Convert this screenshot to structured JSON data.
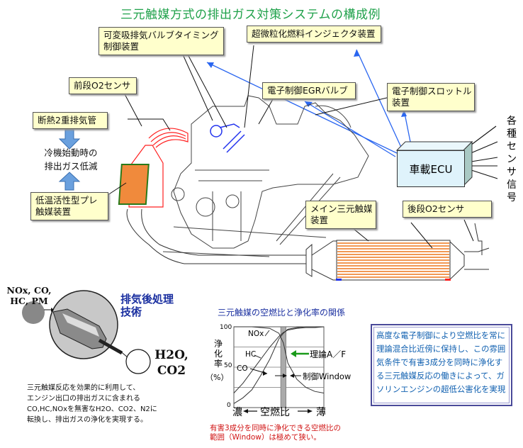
{
  "title": "三元触媒方式の排出ガス対策システムの構成例",
  "callouts": {
    "valve_timing": [
      "可変吸排気バルブタイミング",
      "制御装置"
    ],
    "injector": "超微粒化燃料インジェクタ装置",
    "front_o2": "前段O2センサ",
    "egr": "電子制御EGRバルブ",
    "throttle": [
      "電子制御スロットル",
      "装置"
    ],
    "insulated_pipe": "断熱2重排気管",
    "pre_catalyst": [
      "低温活性型プレ",
      "触媒装置"
    ],
    "main_catalyst": [
      "メイン三元触媒",
      "装置"
    ],
    "rear_o2": "後段O2センサ"
  },
  "cold_start": [
    "冷機始動時の",
    "排出ガス低減"
  ],
  "ecu_label": "車載ECU",
  "sensor_signals": [
    "各",
    "種",
    "セ",
    "ン",
    "サ",
    "信",
    "号"
  ],
  "aftertreatment": {
    "title": [
      "排気後処理",
      "技術"
    ],
    "inputs": [
      "NOx, CO,",
      "HC, PM"
    ],
    "outputs": [
      "H2O,",
      "CO2"
    ],
    "description": [
      "三元触媒反応を効果的に利用して、",
      "エンジン出口の排出ガスに含まれる",
      "CO,HC,NOxを無害なH2O、CO2、N2に",
      "転換し、排出ガスの浄化を実現する。"
    ]
  },
  "chart_data": {
    "type": "line",
    "title": "三元触媒の空燃比と浄化率の関係",
    "xlabel": "空燃比",
    "x_left_label": "濃",
    "x_right_label": "薄",
    "ylabel": "浄化率（%）",
    "ylim": [
      0,
      100
    ],
    "yticks": [
      0,
      50,
      100
    ],
    "grid": true,
    "x": [
      0,
      10,
      20,
      30,
      40,
      50,
      55,
      60,
      70,
      80,
      90,
      100
    ],
    "series": [
      {
        "name": "NOx",
        "values": [
          100,
          100,
          100,
          99,
          98,
          92,
          80,
          55,
          35,
          25,
          20,
          18
        ]
      },
      {
        "name": "HC",
        "values": [
          18,
          30,
          45,
          60,
          75,
          88,
          93,
          96,
          98,
          99,
          99,
          100
        ]
      },
      {
        "name": "CO",
        "values": [
          5,
          12,
          22,
          40,
          60,
          85,
          92,
          97,
          99,
          100,
          100,
          100
        ]
      }
    ],
    "annotations": [
      {
        "text": "理論A／F",
        "x": 55,
        "color": "#1a9a1a"
      },
      {
        "text": "制御Window",
        "x_range": [
          52,
          58
        ]
      }
    ]
  },
  "chart_note": [
    "有害3成分を同時に浄化できる空燃比の",
    "範囲（Window）は極めて狭い。"
  ],
  "info_box": "高度な電子制御により空燃比を常に理論混合比近傍に保持し、この雰囲気条件で有害3成分を同時に浄化する三元触媒反応の働きによって、ガソリンエンジンの超低公害化を実現",
  "colors": {
    "title": "#1fa14a",
    "callout_bg": "#ffffcc",
    "ecu_bg": "#dff3fb",
    "blue_arrow": "#2a66f0",
    "catalyst": "#f08a3c",
    "pipe_red": "#ff2020",
    "warn": "#d01414",
    "info_text": "#1060b0"
  }
}
